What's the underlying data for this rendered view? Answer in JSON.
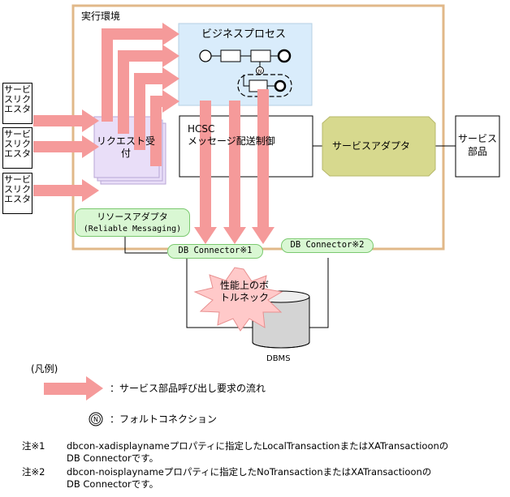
{
  "env": {
    "title": "実行環境"
  },
  "business": {
    "title": "ビジネスプロセス"
  },
  "requesters": [
    {
      "label": "サービスリクエスタ"
    },
    {
      "label": "サービスリクエスタ"
    },
    {
      "label": "サービスリクエスタ"
    }
  ],
  "request_accept": {
    "label": "リクエスト受付"
  },
  "hcsc": {
    "line1": "HCSC",
    "line2": "メッセージ配送制御"
  },
  "service_adapter": {
    "label": "サービスアダプタ"
  },
  "service_part": {
    "label": "サービス部品"
  },
  "resource_adapter": {
    "line1": "リソースアダプタ",
    "line2": "(Reliable Messaging)"
  },
  "db_conn1": {
    "label": "DB Connector※1"
  },
  "db_conn2": {
    "label": "DB Connector※2"
  },
  "bottleneck": {
    "label": "性能上のボトルネック"
  },
  "dbms": {
    "label": "DBMS"
  },
  "legend": {
    "title": "(凡例)",
    "arrow_desc": "：サービス部品呼び出し要求の流れ",
    "fault_desc": "：フォルトコネクション"
  },
  "notes": [
    {
      "mark": "注※1",
      "line1": "dbcon-xadisplaynameプロパティに指定したLocalTransactionまたはXATransactioonの",
      "line2": "DB Connectorです。"
    },
    {
      "mark": "注※2",
      "line1": "dbcon-noisplaynameプロパティに指定したNoTransactionまたはXATransactioonの",
      "line2": "DB Connectorです。"
    }
  ],
  "colors": {
    "env_border": "#e1b889",
    "business_fill": "#d9ecfb",
    "arrow": "#f59a9a",
    "request_fill": "#e9def8",
    "adapter_fill": "#d7d98e",
    "pill_fill": "#d9f7d3",
    "burst": "#ffc9c9"
  }
}
